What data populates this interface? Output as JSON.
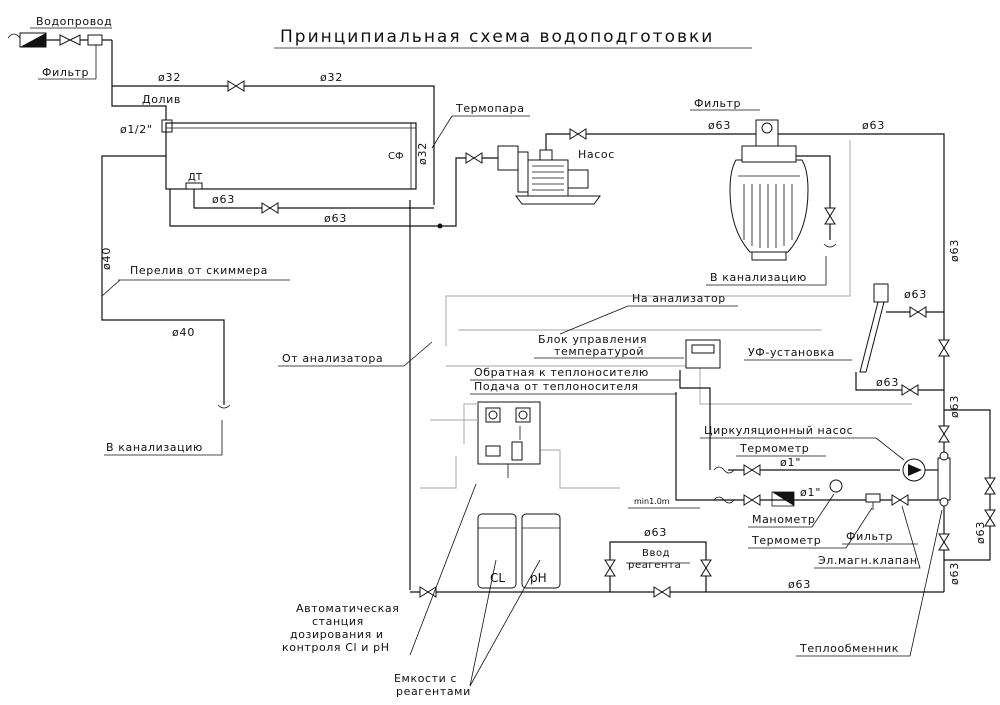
{
  "title": "Принципиальная схема водоподготовки",
  "labels": {
    "water_supply": "Водопровод",
    "filter_supply": "Фильтр",
    "top_up": "Долив",
    "top_up_size": "ø1/2\"",
    "pool_sensor_cf": "СФ",
    "pool_sensor_dt": "ДТ",
    "thermocouple": "Термопара",
    "pump": "Насос",
    "main_filter": "Фильтр",
    "to_drain_filter": "В канализацию",
    "skimmer_overflow": "Перелив от скиммера",
    "to_drain": "В канализацию",
    "to_analyzer": "На анализатор",
    "from_analyzer": "От анализатора",
    "temp_control": "Блок управления температурой",
    "uv_unit": "УФ-установка",
    "return_to_heat": "Обратная к теплоносителю",
    "supply_from_heat": "Подача от теплоносителя",
    "circ_pump": "Циркуляционный насос",
    "thermometer_1": "Термометр",
    "manometer": "Манометр",
    "thermometer_2": "Термометр",
    "filter_small": "Фильтр",
    "solenoid": "Эл.магн.клапан",
    "min_dist": "min1.0m",
    "reagent_input": "Ввод реагента",
    "tank_cl": "CL",
    "tank_ph": "pH",
    "dosing_station": "Автоматическая станция дозирования и контроля Cl и pH",
    "reagent_tanks": "Емкости с реагентами",
    "heat_exchanger": "Теплообменник"
  },
  "dims": {
    "d32": "ø32",
    "d63": "ø63",
    "d40": "ø40",
    "d1in": "ø1\""
  }
}
